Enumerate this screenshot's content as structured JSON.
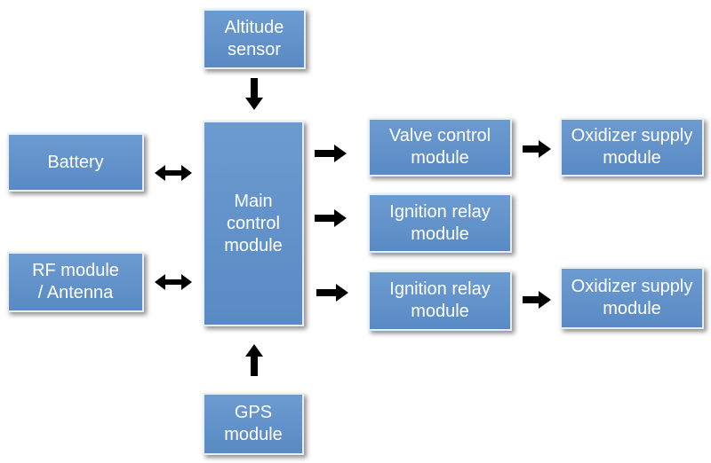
{
  "diagram": {
    "altitude_sensor": "Altitude\nsensor",
    "battery": "Battery",
    "rf_module": "RF module\n/ Antenna",
    "main_control": "Main\ncontrol\nmodule",
    "gps_module": "GPS\nmodule",
    "valve_control": "Valve control\nmodule",
    "ignition_relay_1": "Ignition relay\nmodule",
    "ignition_relay_2": "Ignition relay\nmodule",
    "oxidizer_supply_1": "Oxidizer supply\nmodule",
    "oxidizer_supply_2": "Oxidizer supply\nmodule"
  },
  "colors": {
    "box_fill": "#5b8bc6",
    "box_text": "#ffffff",
    "arrow": "#000000"
  }
}
